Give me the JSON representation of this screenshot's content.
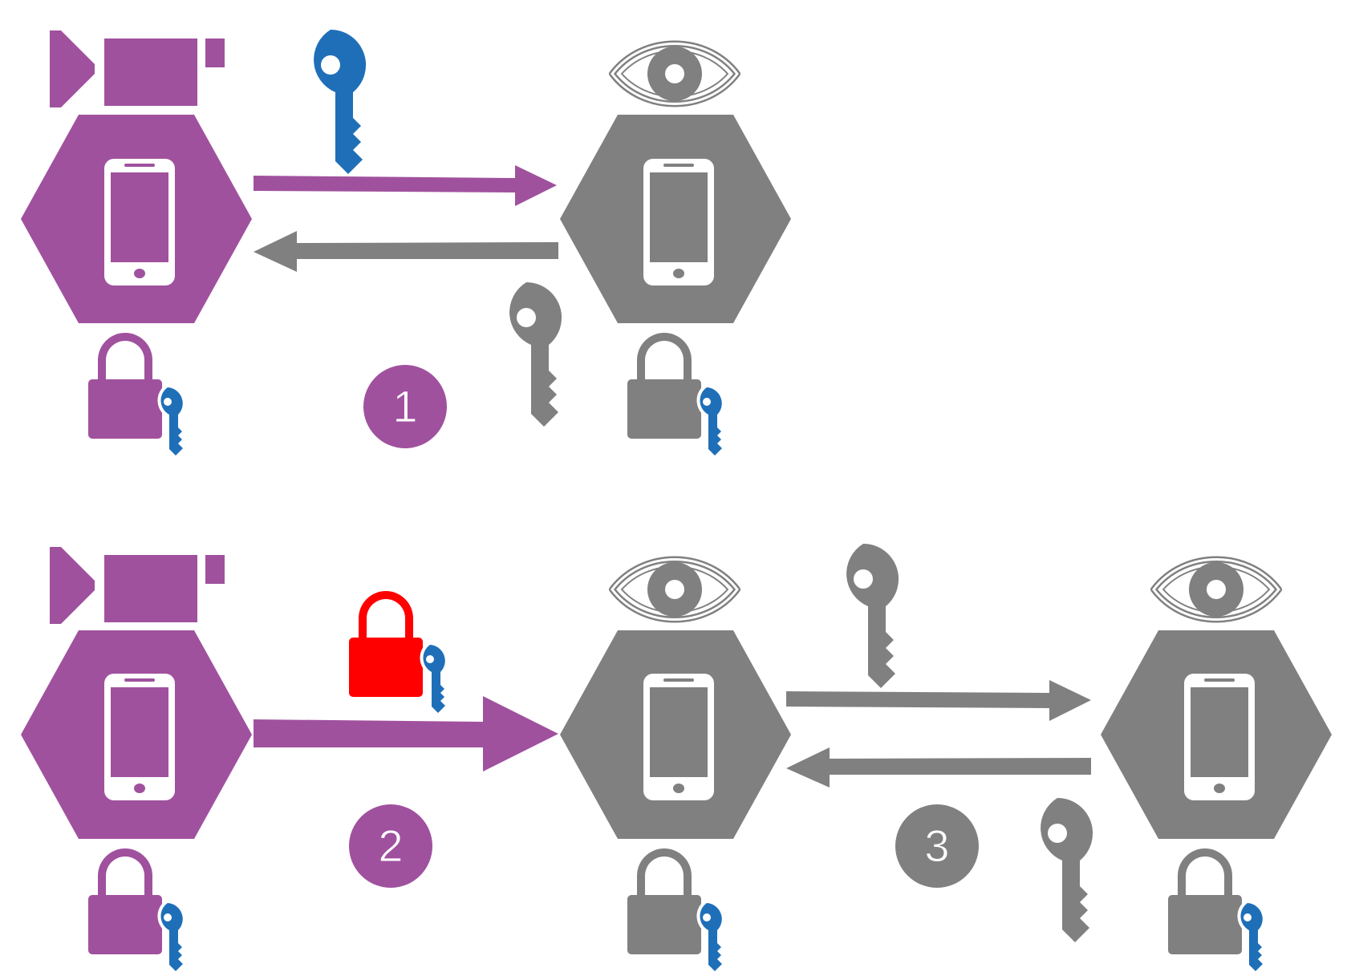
{
  "colors": {
    "purple": "#A0519E",
    "gray": "#808080",
    "blue": "#1F6FB8",
    "red": "#FF0000",
    "white": "#FFFFFF"
  },
  "steps": {
    "step1": "1",
    "step2": "2",
    "step3": "3"
  },
  "icons": [
    "video-camera-icon",
    "eye-icon",
    "smartphone-icon",
    "padlock-icon",
    "key-icon",
    "arrow-icon",
    "step-badge"
  ]
}
